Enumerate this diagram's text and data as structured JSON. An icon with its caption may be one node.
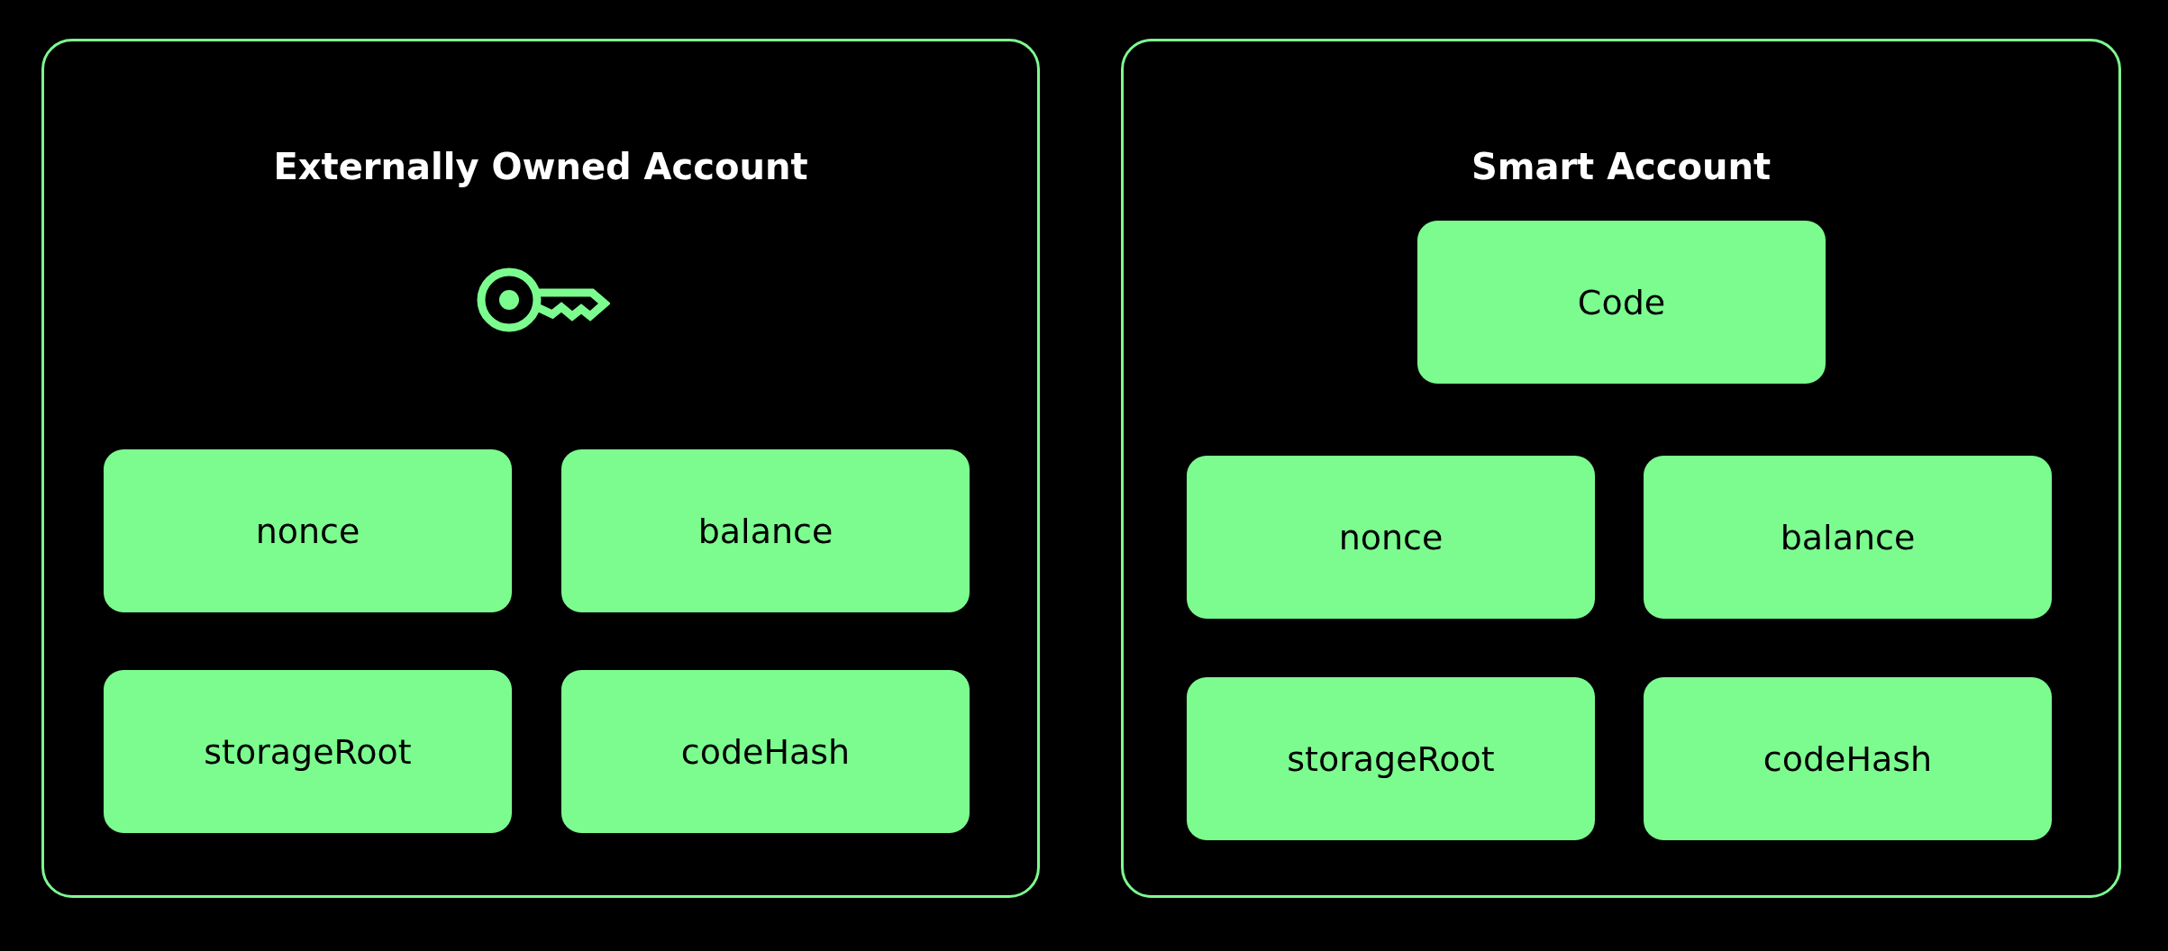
{
  "diagram": {
    "nodes": [
      {
        "text": [
          "Externally Owned Account"
        ]
      },
      {
        "text": [
          "nonce"
        ],
        "in": 0
      },
      {
        "text": [
          "balance"
        ],
        "in": 0
      },
      {
        "text": [
          "storageRoot"
        ],
        "in": 0
      },
      {
        "text": [
          "codeHash"
        ],
        "in": 0
      },
      {
        "text": [
          "Smart Account"
        ]
      },
      {
        "text": [
          "Code"
        ],
        "in": 5
      },
      {
        "text": [
          "nonce"
        ],
        "in": 5
      },
      {
        "text": [
          "balance"
        ],
        "in": 5
      },
      {
        "text": [
          "storageRoot"
        ],
        "in": 5
      },
      {
        "text": [
          "codeHash"
        ],
        "in": 5
      }
    ]
  }
}
